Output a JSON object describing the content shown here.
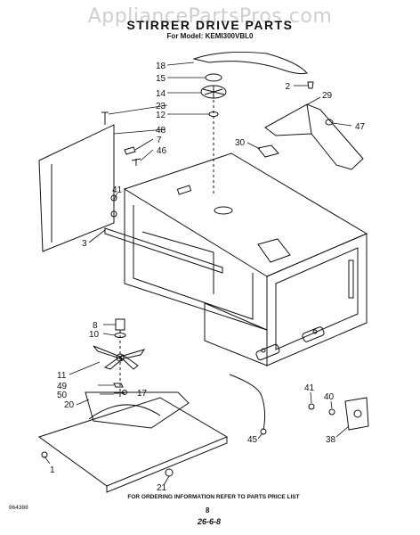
{
  "watermark": "AppliancePartsPros.com",
  "header": {
    "title": "STIRRER DRIVE PARTS",
    "subtitle": "For Model: KEMI300VBL0"
  },
  "footer": {
    "instruction": "FOR ORDERING INFORMATION REFER TO PARTS PRICE LIST",
    "diagram_id": "864388",
    "page_number": "8",
    "handwritten": "26-6-8"
  },
  "callouts": [
    "18",
    "15",
    "14",
    "2",
    "29",
    "23",
    "12",
    "48",
    "47",
    "7",
    "46",
    "30",
    "41",
    "3",
    "8",
    "10",
    "11",
    "49",
    "50",
    "17",
    "20",
    "41",
    "40",
    "38",
    "45",
    "1",
    "21"
  ]
}
